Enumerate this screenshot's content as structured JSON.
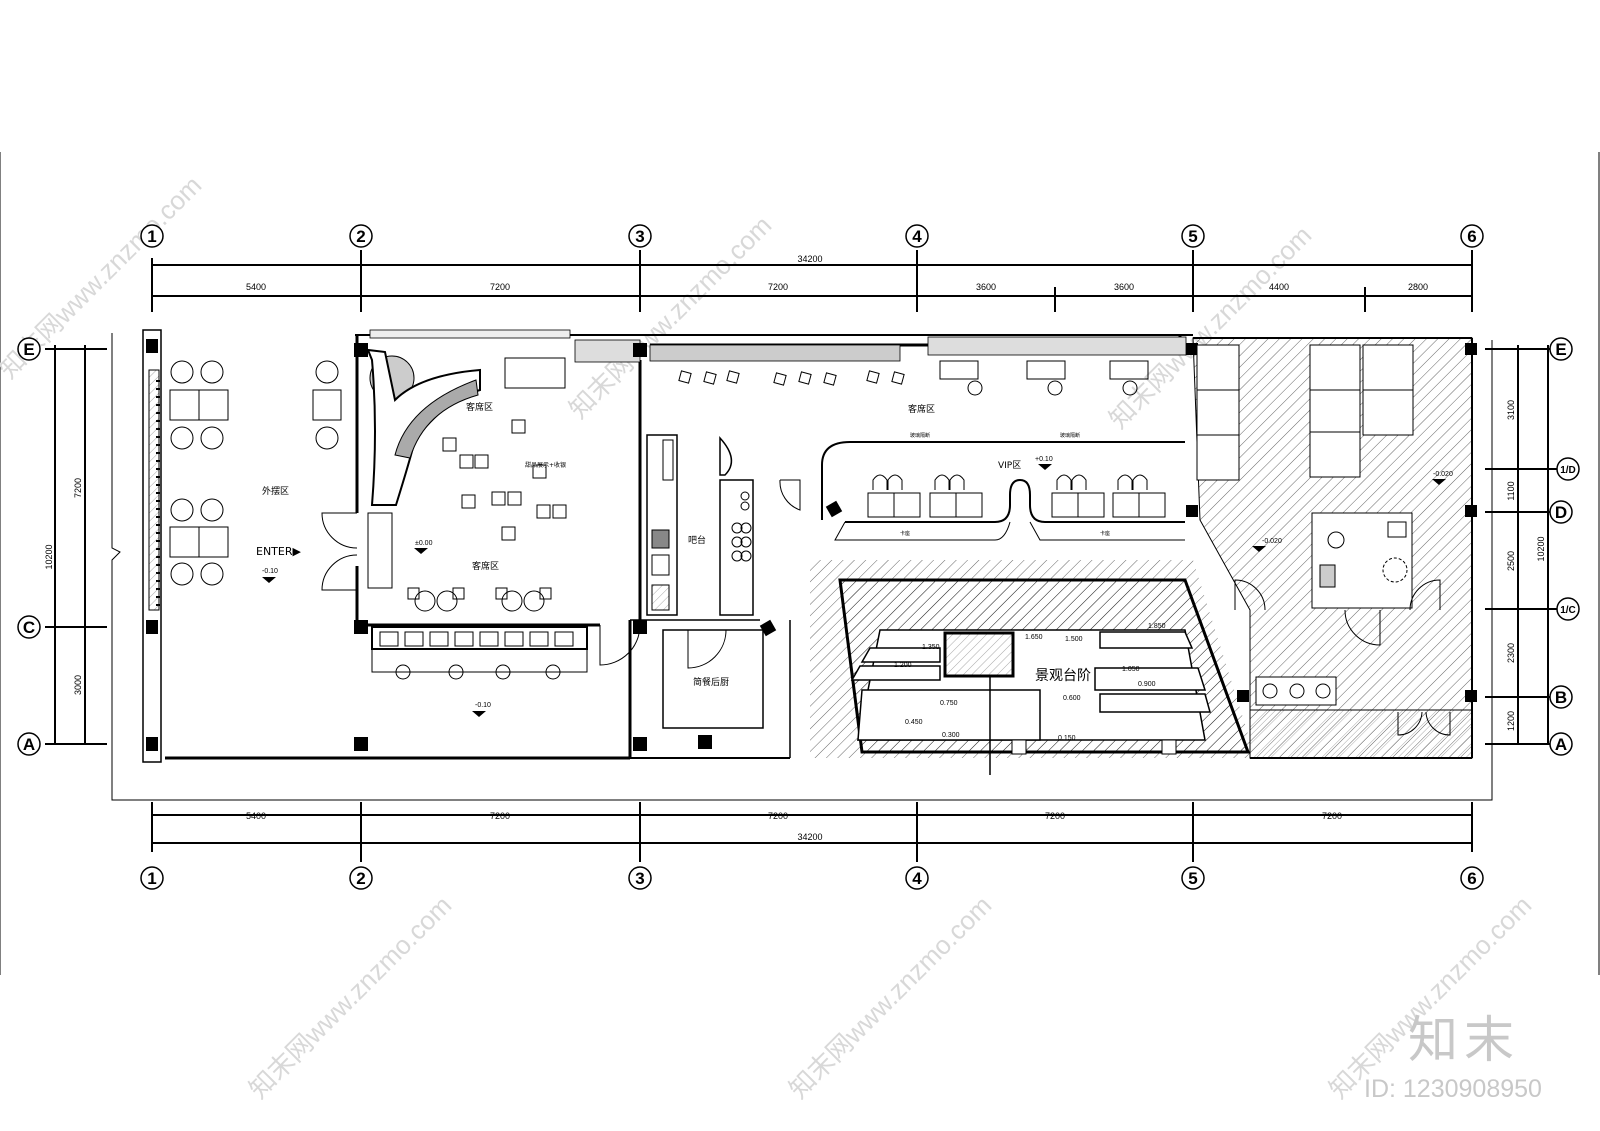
{
  "axes": {
    "vertical": [
      "1",
      "2",
      "3",
      "4",
      "5",
      "6"
    ],
    "horizontal": [
      "E",
      "D",
      "C",
      "B",
      "A"
    ],
    "half": [
      "1/D",
      "1/C"
    ]
  },
  "dims": {
    "top_total": "34200",
    "top": [
      "5400",
      "7200",
      "7200",
      "3600",
      "3600",
      "4400",
      "2800"
    ],
    "bottom_total": "34200",
    "bottom": [
      "5400",
      "7200",
      "7200",
      "7200",
      "7200"
    ],
    "left_total": "10200",
    "left": [
      "7200",
      "3000"
    ],
    "right_total": "10200",
    "right": [
      "3100",
      "1100",
      "2500",
      "2300",
      "1200"
    ]
  },
  "rooms": {
    "outdoor": "外摆区",
    "enter": "ENTER▶",
    "guest_upper": "客席区",
    "guest_lower": "客席区",
    "guest_right": "客席区",
    "sales_display": "甜品展示+收银",
    "bar": "吧台",
    "kitchen": "简餐后厨",
    "vip": "VIP区",
    "steps": "景观台阶",
    "booth_left": "卡座",
    "booth_right": "卡座",
    "shelf_left": "玻璃隔断",
    "shelf_right": "玻璃隔断"
  },
  "levels": {
    "enter": "-0.10",
    "guest": "±0.00",
    "lower": "-0.10",
    "vip": "+0.10",
    "wc1": "-0.020",
    "wc2": "-0.020",
    "s1": "1.850",
    "s2": "1.500",
    "s3": "1.350",
    "s4": "1.200",
    "s5": "1.050",
    "s6": "0.900",
    "s7": "0.750",
    "s8": "0.600",
    "s9": "0.450",
    "s10": "0.300",
    "s11": "0.150",
    "s12": "1.650"
  },
  "watermarks": [
    "知末网www.znzmo.com",
    "知末网www.znzmo.com",
    "知末网www.znzmo.com",
    "知末网www.znzmo.com",
    "知末网www.znzmo.com",
    "知末网www.znzmo.com"
  ],
  "brand": "知末",
  "id": "ID: 1230908950"
}
